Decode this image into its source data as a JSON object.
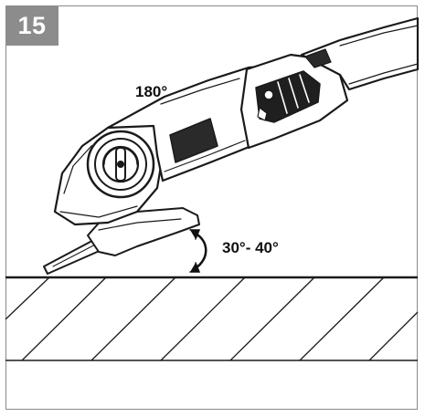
{
  "figure": {
    "step_number": "15",
    "rotation_label": "180°",
    "angle_range_label": "30°- 40°"
  },
  "colors": {
    "badge_background": "#8c8c8c",
    "frame_border": "#8a8a8a",
    "line_art": "#1a1a1a"
  },
  "icons": {
    "angle_indicator": "double-headed-curved-arrow-icon"
  }
}
